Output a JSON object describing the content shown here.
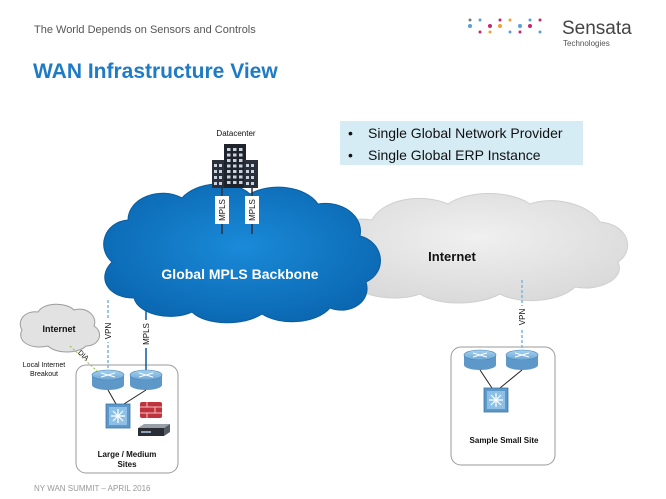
{
  "header": {
    "tagline": "The World Depends on Sensors and Controls",
    "brand_name": "Sensata",
    "brand_sub": "Technologies",
    "dot_colors": [
      "#7a7a7a",
      "#5aa0d8",
      "#8bbd3f",
      "#c9256f",
      "#f0a22e",
      "#7a7a7a",
      "#5aa0d8",
      "#c9256f"
    ]
  },
  "title": "WAN Infrastructure View",
  "bullets": [
    "Single Global Network Provider",
    "Single Global ERP Instance"
  ],
  "diagram": {
    "datacenter_label": "Datacenter",
    "mpls_cloud_label": "Global MPLS Backbone",
    "internet_cloud_label": "Internet",
    "small_internet_label": "Internet",
    "link_labels": {
      "mpls_left": "MPLS",
      "mpls_right": "MPLS",
      "vpn_large_site": "VPN",
      "mpls_large_site": "MPLS",
      "vpn_small_site": "VPN",
      "dia": "DIA"
    },
    "breakout_label_line1": "Local Internet",
    "breakout_label_line2": "Breakout",
    "large_site_label_line1": "Large / Medium",
    "large_site_label_line2": "Sites",
    "small_site_label": "Sample Small Site",
    "colors": {
      "mpls_cloud": "#0b74c4",
      "internet_cloud": "#e2e2e2",
      "router": "#7cb5de",
      "accent": "#1f7bc6"
    }
  },
  "footer": "NY WAN SUMMIT – APRIL 2016"
}
